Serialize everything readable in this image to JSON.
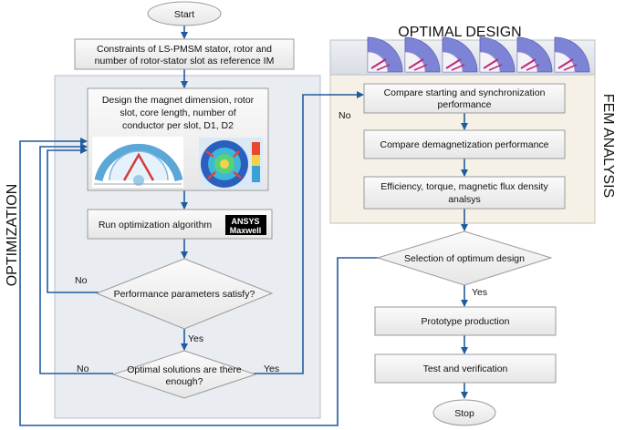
{
  "nodes": {
    "start": "Start",
    "constraints": [
      "Constraints of LS-PMSM stator, rotor and",
      "number of rotor-stator slot as reference IM"
    ],
    "design": [
      "Design the magnet dimension, rotor",
      "slot, core length, number of",
      "conductor per slot, D1, D2"
    ],
    "run_opt": "Run optimization algorithm",
    "perf_check": "Performance parameters satisfy?",
    "optimal_check": [
      "Optimal solutions are there",
      "enough?"
    ],
    "compare_start": [
      "Compare starting and synchronization",
      "performance"
    ],
    "compare_demag": "Compare demagnetization performance",
    "efficiency": [
      "Efficiency, torque, magnetic flux density",
      "analsys"
    ],
    "selection": "Selection of optimum design",
    "prototype": "Prototype  production",
    "test": "Test and verification",
    "stop": "Stop"
  },
  "logo": {
    "line1": "ANSYS",
    "line2": "Maxwell"
  },
  "regions": {
    "optimization": "OPTIMIZATION",
    "optimal_design": "OPTIMAL DESIGN",
    "fem_analysis": "FEM ANALYSIS"
  },
  "edge_labels": {
    "perf_no": "No",
    "perf_yes": "Yes",
    "optimal_no": "No",
    "optimal_yes": "Yes",
    "fem_no": "No",
    "selection_yes": "Yes"
  },
  "colors": {
    "arrow": "#1f5c9e",
    "optimization_panel": "#e9ecf1",
    "fem_panel": "#f6f1e6",
    "node_fill": "#f2f2f2"
  }
}
